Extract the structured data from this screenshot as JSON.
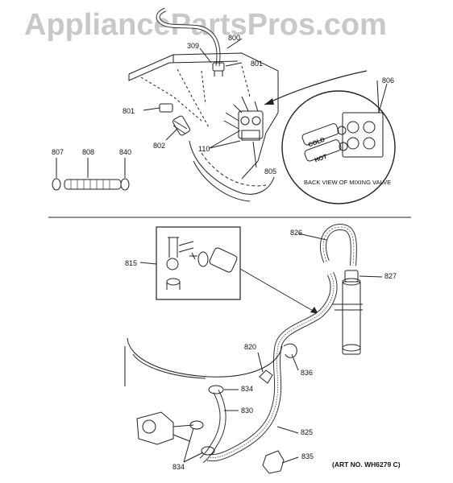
{
  "watermark": "AppliancePartsPros.com",
  "callouts": {
    "c800": "800",
    "c309": "309",
    "c801a": "801",
    "c806": "806",
    "c801b": "801",
    "c802": "802",
    "c110": "110",
    "c805": "805",
    "c807": "807",
    "c808": "808",
    "c840": "840",
    "c826": "826",
    "c815": "815",
    "c827": "827",
    "c820": "820",
    "c836": "836",
    "c834a": "834",
    "c830": "830",
    "c825": "825",
    "c834b": "834",
    "c835": "835"
  },
  "valve_inset": {
    "caption": "BACK VIEW OF MIXING VALVE",
    "cold_label": "COLD",
    "hot_label": "HOT"
  },
  "art_number": "(ART NO. WH6279 C)"
}
